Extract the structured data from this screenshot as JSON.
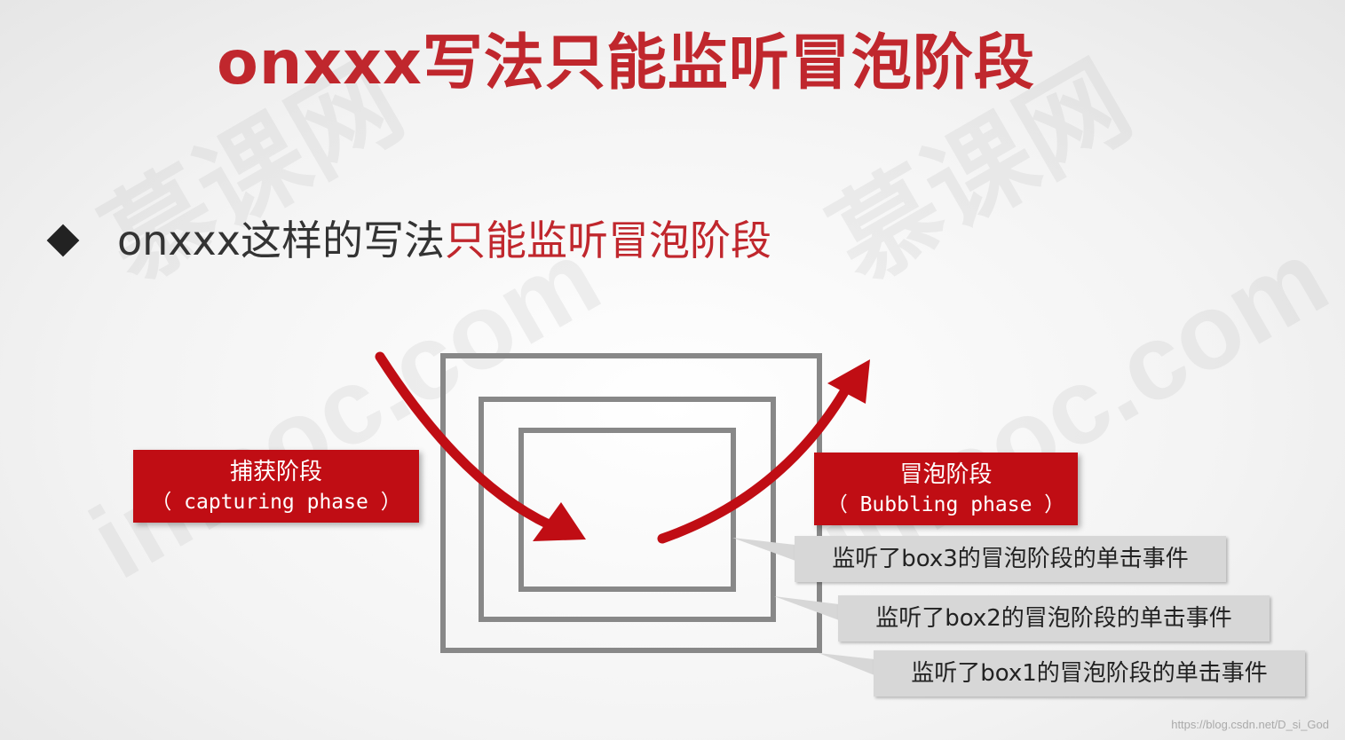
{
  "title": "onxxx写法只能监听冒泡阶段",
  "bullet": {
    "prefix": "onxxx这样的写法",
    "highlight": "只能监听冒泡阶段"
  },
  "capture_label": {
    "line1": "捕获阶段",
    "line2": "（ capturing phase ）"
  },
  "bubble_label": {
    "line1": "冒泡阶段",
    "line2": "（ Bubbling phase ）"
  },
  "callouts": {
    "box3": "监听了box3的冒泡阶段的单击事件",
    "box2": "监听了box2的冒泡阶段的单击事件",
    "box1": "监听了box1的冒泡阶段的单击事件"
  },
  "watermark": {
    "text1": "慕课网",
    "text2": "imooc.com"
  },
  "footer_url": "https://blog.csdn.net/D_si_God",
  "colors": {
    "accent_red": "#c0272d",
    "label_red": "#c00d14",
    "box_gray": "#888888",
    "callout_gray": "#d7d7d7"
  },
  "icons": [
    "diamond-bullet-icon",
    "capture-arrow-icon",
    "bubble-arrow-icon"
  ]
}
